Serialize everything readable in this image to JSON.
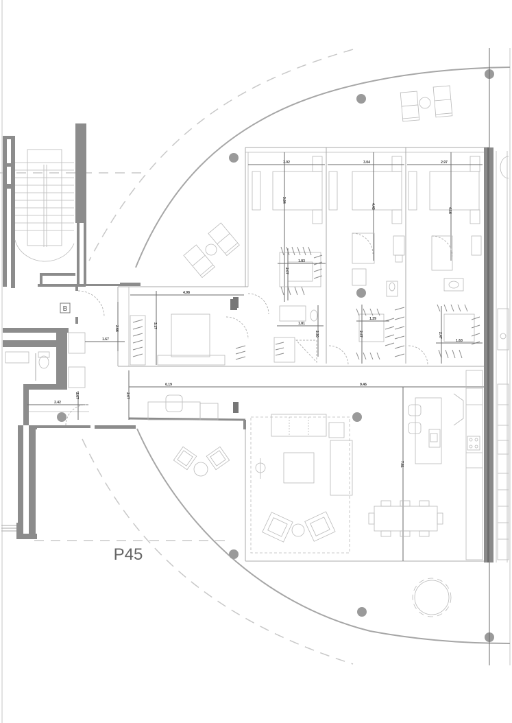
{
  "plan": {
    "unit_label": "P45",
    "core_tag": "B",
    "dimensions": {
      "bedroom_1_width": "3.02",
      "bedroom_2_width": "3.04",
      "bedroom_3_width": "2.97",
      "bedroom_1_depth": "3.84",
      "bedroom_2_depth": "4.45",
      "bedroom_3_depth": "4.16",
      "closet_1_width": "1.83",
      "closet_1_depth": "2.07",
      "bath_1_width": "1.81",
      "bath_1_depth": "2.30",
      "closet_2_width": "1.29",
      "closet_2_depth": "2.47",
      "closet_3_width": "1.63",
      "closet_3_depth": "2.47",
      "master_width": "4.98",
      "master_depth": "3.17",
      "hall_width": "1.67",
      "hall_depth": "2.66",
      "corridor_left": "6.19",
      "corridor_right": "9.46",
      "corridor_depth": "2.07",
      "entry_width": "2.42",
      "entry_depth": "2.07",
      "living_depth": "7.81"
    },
    "colors": {
      "wall": "#8c8c8c",
      "line": "#a8a8a8",
      "column": "#9a9a9a",
      "background": "#ffffff"
    }
  }
}
